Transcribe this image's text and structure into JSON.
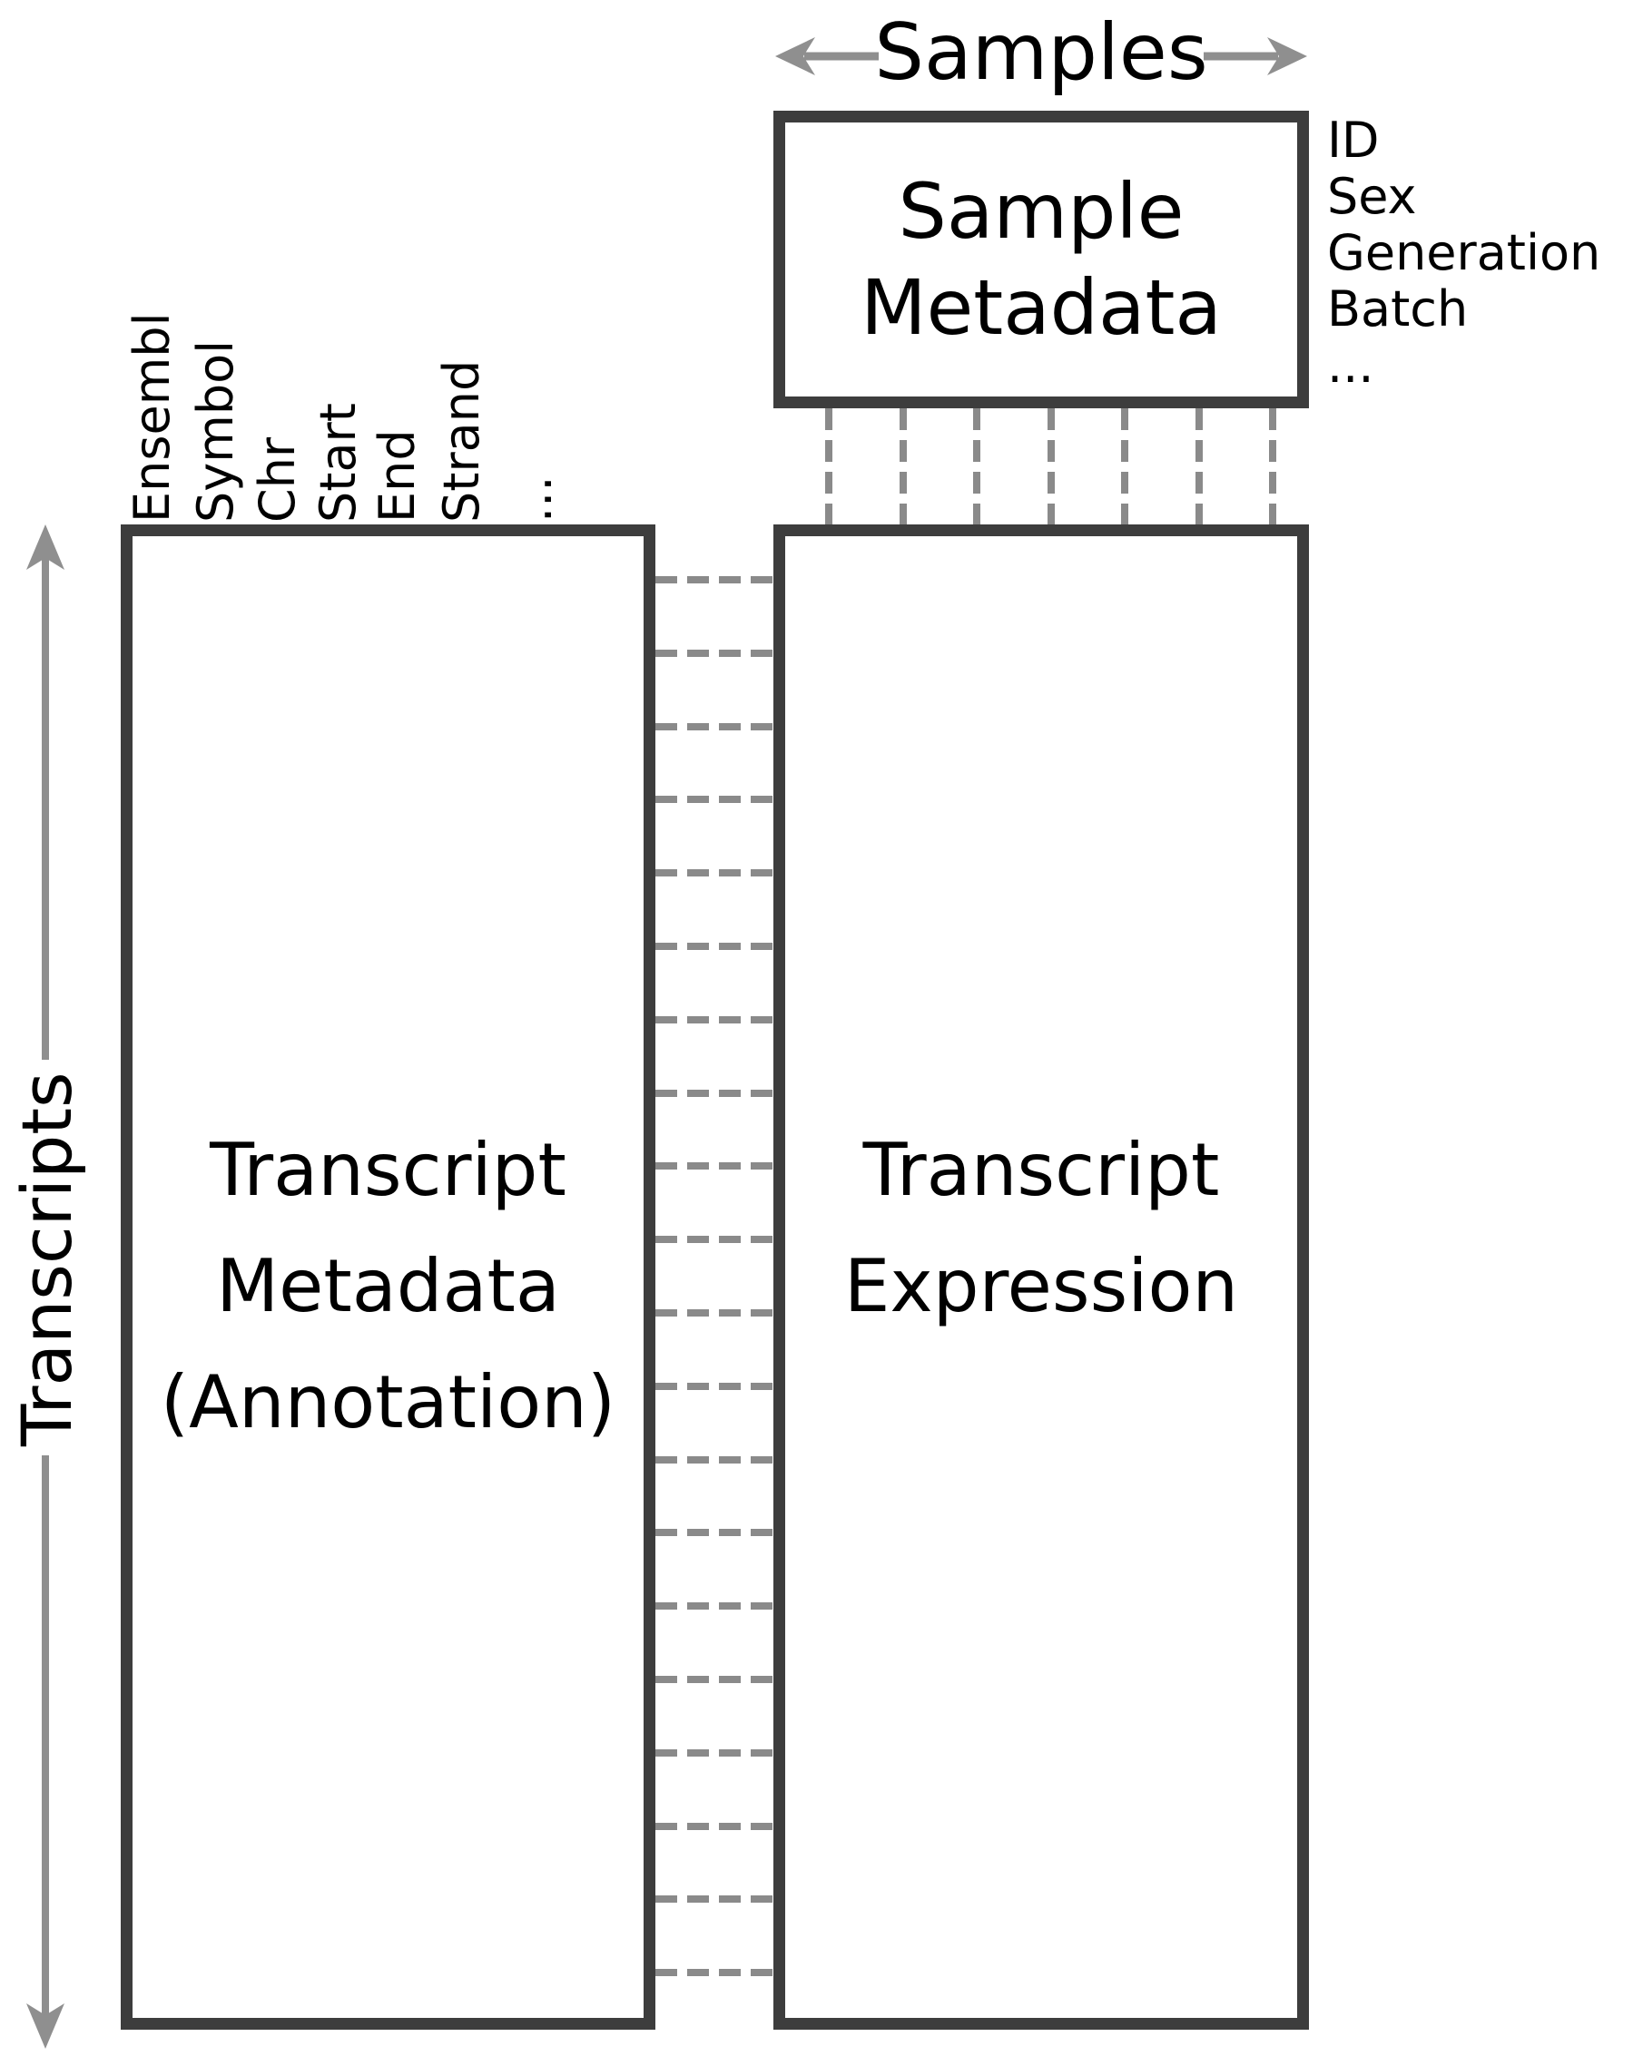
{
  "colors": {
    "box_border": "#3d3d3d",
    "dashed_link": "#8a8a8a",
    "arrow": "#8f8f8f",
    "text": "#000000",
    "background": "#ffffff"
  },
  "samples_axis": {
    "label": "Samples"
  },
  "transcripts_axis": {
    "label": "Transcripts"
  },
  "sample_metadata_box": {
    "lines": [
      "Sample",
      "Metadata"
    ]
  },
  "sample_fields": [
    "ID",
    "Sex",
    "Generation",
    "Batch",
    "..."
  ],
  "transcript_fields": [
    "Ensembl",
    "Symbol",
    "Chr",
    "Start",
    "End",
    "Strand",
    "..."
  ],
  "transcript_metadata_box": {
    "lines": [
      "Transcript",
      "Metadata",
      "(Annotation)"
    ]
  },
  "transcript_expression_box": {
    "lines": [
      "Transcript",
      "Expression"
    ]
  },
  "connections": {
    "row_links": 20,
    "column_links": 7
  }
}
